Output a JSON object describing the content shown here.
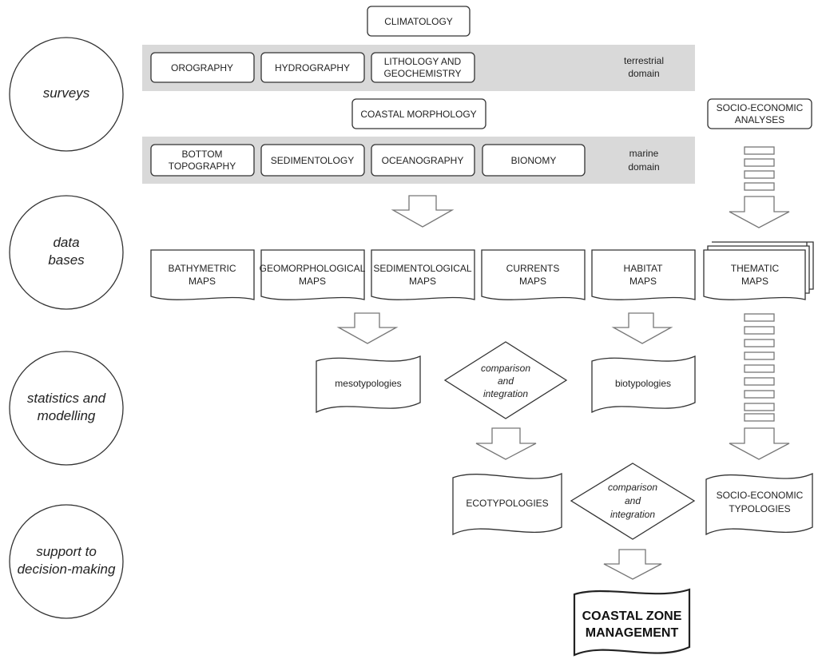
{
  "levels": {
    "surveys": "surveys",
    "databases": [
      "data",
      "bases"
    ],
    "stats": [
      "statistics and",
      "modelling"
    ],
    "support": [
      "support to",
      "decision-making"
    ]
  },
  "surveys": {
    "climatology": "CLIMATOLOGY",
    "orography": "OROGRAPHY",
    "hydrography": "HYDROGRAPHY",
    "lithology": [
      "LITHOLOGY AND",
      "GEOCHEMISTRY"
    ],
    "terrestrial_domain": [
      "terrestrial",
      "domain"
    ],
    "coastal_morphology": "COASTAL MORPHOLOGY",
    "socio_economic_analyses": [
      "SOCIO-ECONOMIC",
      "ANALYSES"
    ],
    "bottom_topography": [
      "BOTTOM",
      "TOPOGRAPHY"
    ],
    "sedimentology": "SEDIMENTOLOGY",
    "oceanography": "OCEANOGRAPHY",
    "bionomy": "BIONOMY",
    "marine_domain": [
      "marine",
      "domain"
    ]
  },
  "databases": {
    "bathymetric": [
      "BATHYMETRIC",
      "MAPS"
    ],
    "geomorphological": [
      "GEOMORPHOLOGICAL",
      "MAPS"
    ],
    "sedimentological": [
      "SEDIMENTOLOGICAL",
      "MAPS"
    ],
    "currents": [
      "CURRENTS",
      "MAPS"
    ],
    "habitat": [
      "HABITAT",
      "MAPS"
    ],
    "thematic": [
      "THEMATIC",
      "MAPS"
    ]
  },
  "stats": {
    "mesotypologies": "mesotypologies",
    "comparison1": [
      "comparison",
      "and",
      "integration"
    ],
    "biotypologies": "biotypologies"
  },
  "support": {
    "ecotypologies": "ECOTYPOLOGIES",
    "comparison2": [
      "comparison",
      "and",
      "integration"
    ],
    "socio_economic_typologies": [
      "SOCIO-ECONOMIC",
      "TYPOLOGIES"
    ],
    "czm": [
      "COASTAL ZONE",
      "MANAGEMENT"
    ]
  },
  "colors": {
    "band": "#d9d9d9",
    "stroke": "#333333",
    "arrow": "#777777"
  }
}
